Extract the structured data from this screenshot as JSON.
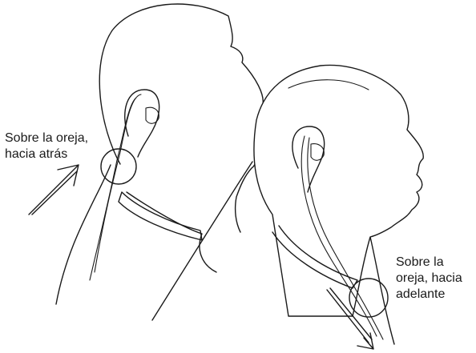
{
  "labels": {
    "left": [
      "Sobre la oreja,",
      "hacia atrás"
    ],
    "right": [
      "Sobre la",
      "oreja, hacia",
      "adelante"
    ]
  },
  "icons": {
    "left_arrow": "arrow-up-right-icon",
    "right_arrow": "arrow-down-right-icon"
  }
}
